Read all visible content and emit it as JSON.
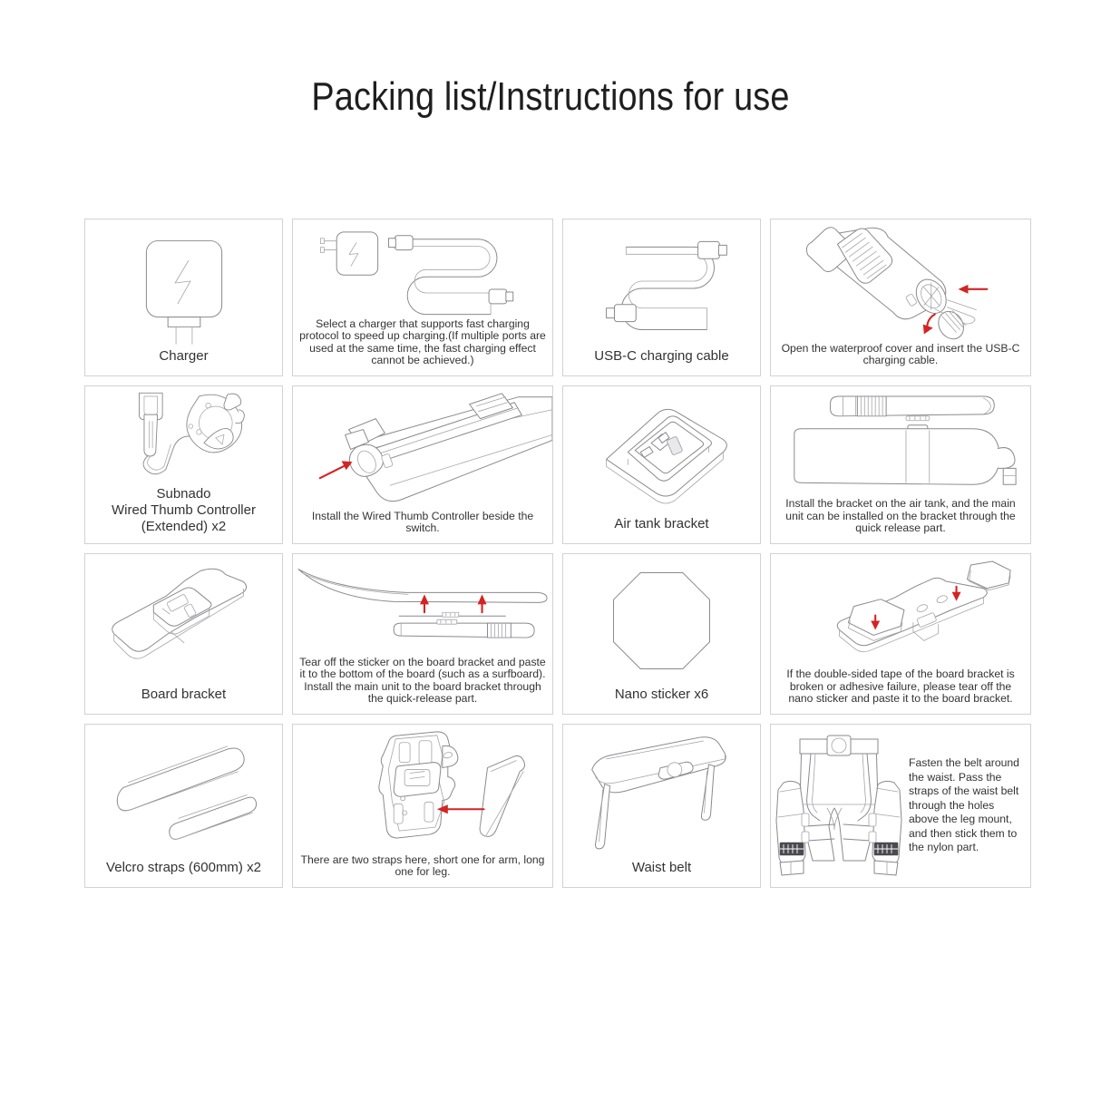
{
  "title": "Packing list/Instructions for use",
  "colors": {
    "background": "#ffffff",
    "card_border": "#d2d2d2",
    "line_art": "#8a8a8f",
    "arrow_red": "#d42323",
    "text": "#333333"
  },
  "cards": [
    {
      "id": "charger",
      "icon": "charger-icon",
      "caption": "Charger",
      "kind": "label"
    },
    {
      "id": "charger-note",
      "icon": "charger-with-cable-icon",
      "caption": "Select a charger that supports fast charging protocol to speed up charging.(If multiple ports are used at the same time, the fast charging effect cannot be achieved.)",
      "kind": "note"
    },
    {
      "id": "usb-c-cable",
      "icon": "usb-c-cable-icon",
      "caption": "USB-C charging cable",
      "kind": "label"
    },
    {
      "id": "waterproof-cover",
      "icon": "main-unit-waterproof-cover-icon",
      "caption": "Open the waterproof cover and insert the USB-C charging cable.",
      "kind": "note"
    },
    {
      "id": "thumb-controller",
      "icon": "wired-thumb-controller-icon",
      "caption": "Subnado\nWired Thumb Controller\n(Extended) x2",
      "kind": "label-multi"
    },
    {
      "id": "thumb-controller-install",
      "icon": "controller-on-unit-icon",
      "caption": "Install the Wired Thumb Controller beside the switch.",
      "kind": "note"
    },
    {
      "id": "air-tank-bracket",
      "icon": "air-tank-bracket-icon",
      "caption": "Air tank bracket",
      "kind": "label"
    },
    {
      "id": "air-tank-install",
      "icon": "air-tank-with-unit-icon",
      "caption": "Install the bracket on the air tank, and the main unit can be installed on the bracket through the quick release part.",
      "kind": "note"
    },
    {
      "id": "board-bracket",
      "icon": "board-bracket-icon",
      "caption": "Board bracket",
      "kind": "label"
    },
    {
      "id": "board-bracket-install",
      "icon": "surfboard-with-unit-icon",
      "caption": "Tear off the sticker on the board bracket and paste it to the bottom of the board (such as a surfboard). Install the main unit to the board bracket through the quick-release part.",
      "kind": "note"
    },
    {
      "id": "nano-sticker",
      "icon": "nano-sticker-icon",
      "caption": "Nano sticker x6",
      "kind": "label"
    },
    {
      "id": "nano-sticker-install",
      "icon": "board-bracket-with-stickers-icon",
      "caption": "If the double-sided tape of the board bracket is broken or adhesive failure, please tear off the nano sticker and paste it to the board bracket.",
      "kind": "note"
    },
    {
      "id": "velcro-straps",
      "icon": "velcro-straps-icon",
      "caption": "Velcro straps (600mm) x2",
      "kind": "label"
    },
    {
      "id": "straps-note",
      "icon": "leg-mount-with-strap-icon",
      "caption": "There are two straps here, short one for arm, long one for leg.",
      "kind": "note"
    },
    {
      "id": "waist-belt",
      "icon": "waist-belt-icon",
      "caption": "Waist belt",
      "kind": "label"
    },
    {
      "id": "waist-belt-install",
      "icon": "belt-on-body-icon",
      "caption": "Fasten the belt around the waist. Pass the straps of the waist belt through the holes above the leg mount, and then stick them to the nylon part.",
      "kind": "note-side"
    }
  ]
}
